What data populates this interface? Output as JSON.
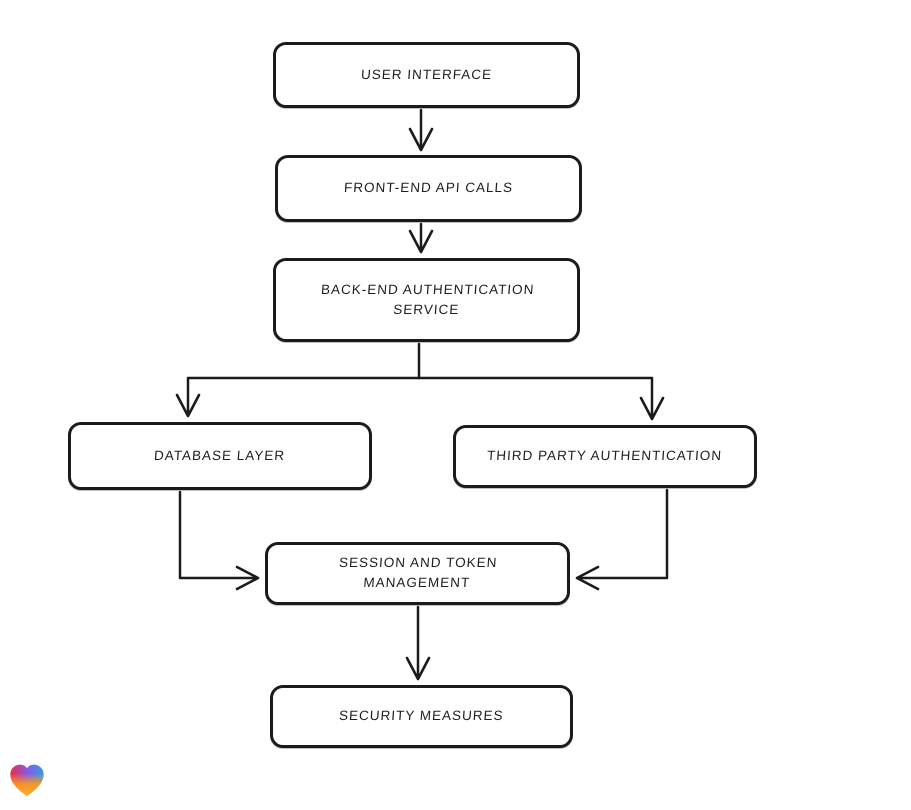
{
  "canvas": {
    "background": "#ffffff",
    "ink_color": "#1b1b1b",
    "text_color": "#1f1f1f"
  },
  "diagram": {
    "type": "flowchart",
    "direction": "top-down",
    "nodes": [
      {
        "id": "user-interface",
        "label": "USER INTERFACE"
      },
      {
        "id": "front-end-api-calls",
        "label": "FRONT-END API CALLS"
      },
      {
        "id": "back-end-authentication-service",
        "label": "BACK-END AUTHENTICATION SERVICE"
      },
      {
        "id": "database-layer",
        "label": "DATABASE LAYER"
      },
      {
        "id": "third-party-authentication",
        "label": "THIRD PARTY AUTHENTICATION"
      },
      {
        "id": "session-and-token-management",
        "label": "SESSION AND TOKEN MANAGEMENT"
      },
      {
        "id": "security-measures",
        "label": "SECURITY MEASURES"
      }
    ],
    "edges": [
      {
        "from": "user-interface",
        "to": "front-end-api-calls"
      },
      {
        "from": "front-end-api-calls",
        "to": "back-end-authentication-service"
      },
      {
        "from": "back-end-authentication-service",
        "to": "database-layer"
      },
      {
        "from": "back-end-authentication-service",
        "to": "third-party-authentication"
      },
      {
        "from": "database-layer",
        "to": "session-and-token-management"
      },
      {
        "from": "third-party-authentication",
        "to": "session-and-token-management"
      },
      {
        "from": "session-and-token-management",
        "to": "security-measures"
      }
    ]
  },
  "logo": {
    "name": "gradient-heart-logo",
    "colors": {
      "red": "#ee2b43",
      "purple": "#8a57e6",
      "blue": "#2d9fe8",
      "orange": "#ff9c1a"
    }
  }
}
